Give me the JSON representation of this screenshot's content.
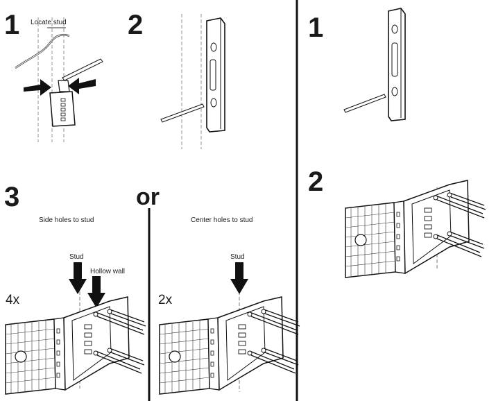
{
  "left_panel": {
    "step1": {
      "number": "1",
      "label": "Locate stud"
    },
    "step2": {
      "number": "2"
    },
    "step3": {
      "number": "3",
      "option_a": {
        "caption": "Side holes to stud",
        "stud_label": "Stud",
        "hollow_label": "Hollow wall",
        "count": "4x"
      },
      "option_b": {
        "caption": "Center holes to stud",
        "stud_label": "Stud",
        "count": "2x"
      }
    },
    "or_label": "or"
  },
  "right_panel": {
    "step1": {
      "number": "1"
    },
    "step2": {
      "number": "2"
    }
  }
}
